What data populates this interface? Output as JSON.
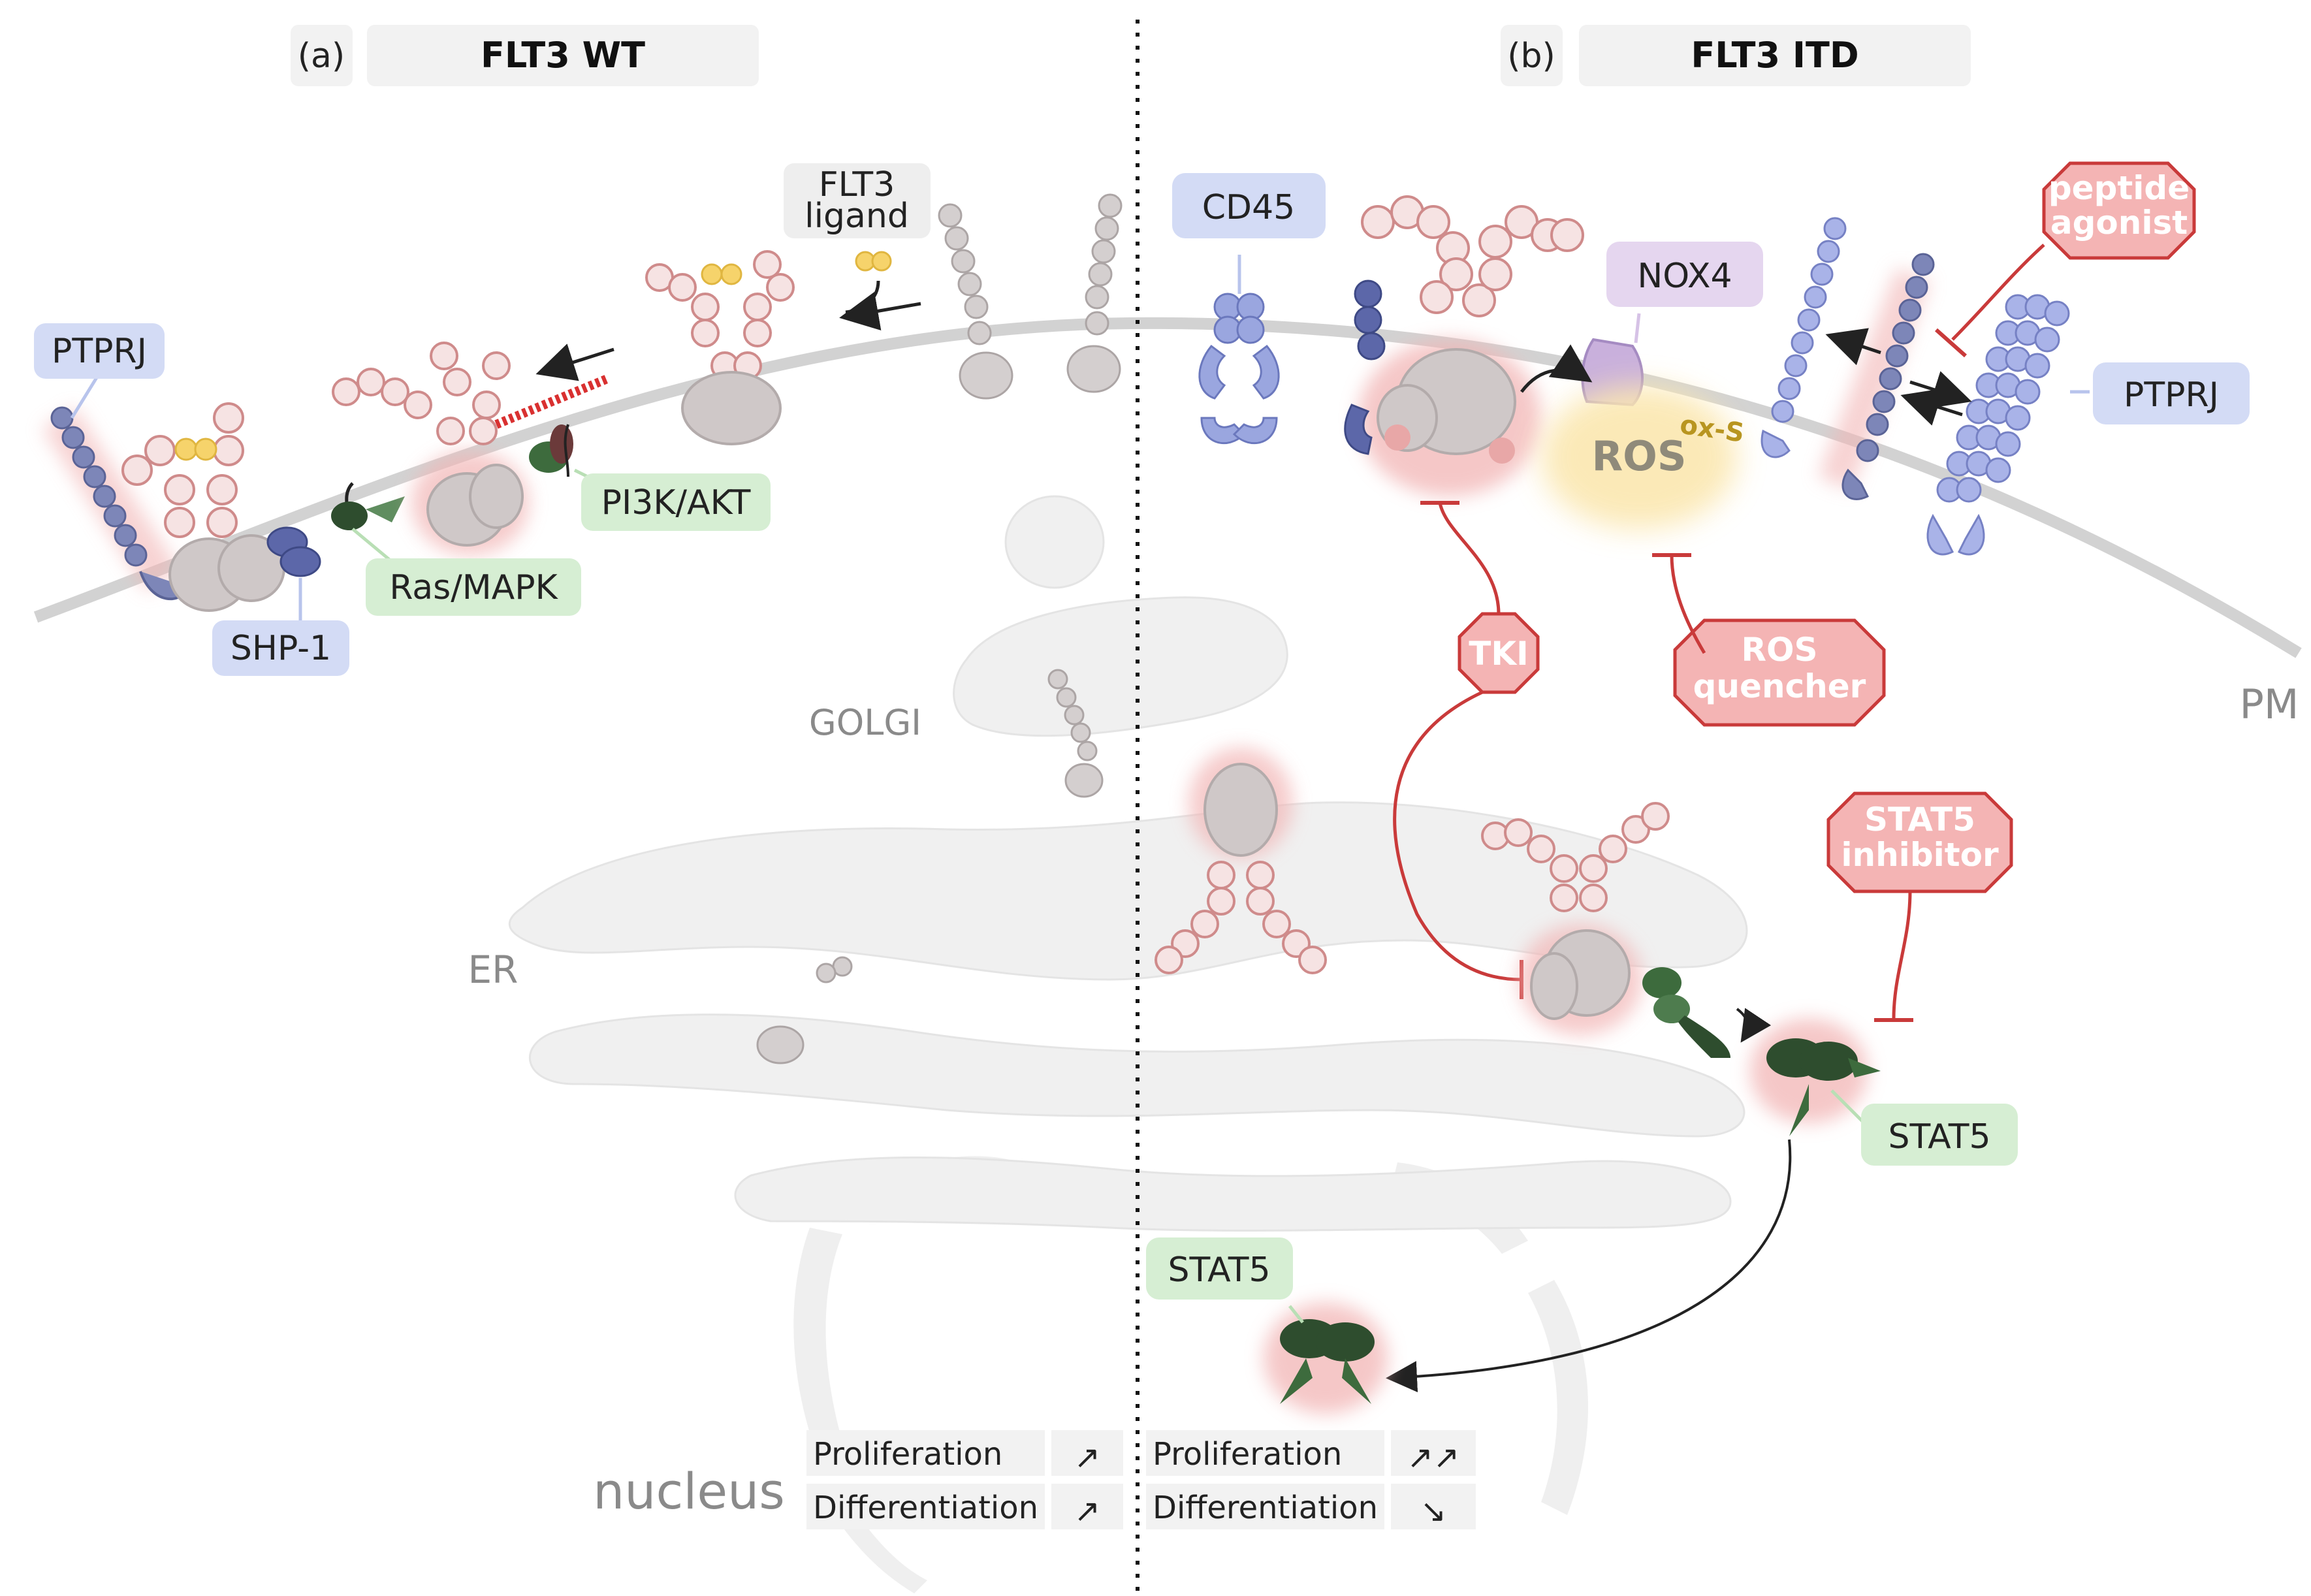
{
  "panels": {
    "a": {
      "letter": "(a)",
      "title": "FLT3 WT"
    },
    "b": {
      "letter": "(b)",
      "title": "FLT3 ITD"
    }
  },
  "labels": {
    "flt3_ligand_line1": "FLT3",
    "flt3_ligand_line2": "ligand",
    "ptprj_left": "PTPRJ",
    "shp1": "SHP-1",
    "ras_mapk": "Ras/MAPK",
    "pi3k_akt": "PI3K/AKT",
    "cd45": "CD45",
    "nox4": "NOX4",
    "ptprj_right": "PTPRJ",
    "ros": "ROS",
    "ox_s": "ox-S",
    "stat5_cyto": "STAT5",
    "stat5_nuc": "STAT5",
    "golgi": "GOLGI",
    "er": "ER",
    "pm": "PM",
    "nucleus": "nucleus"
  },
  "inhibitors": {
    "peptide_line1": "peptide",
    "peptide_line2": "agonist",
    "tki": "TKI",
    "ros_q_line1": "ROS",
    "ros_q_line2": "quencher",
    "stat5i_line1": "STAT5",
    "stat5i_line2": "inhibitor"
  },
  "outcomes": {
    "a": {
      "row1": "Proliferation",
      "row1_arrow": "↗",
      "row2": "Differentiation",
      "row2_arrow": "↗"
    },
    "b": {
      "row1": "Proliferation",
      "row1_arrow": "↗↗",
      "row2": "Differentiation",
      "row2_arrow": "↘"
    }
  },
  "colors": {
    "flt3_receptor": "#e8a7a7",
    "kinase_body": "#cfc8c8",
    "phosphatase_blue": "#8e9bd6",
    "signal_green": "#3d6b3d",
    "inhibitor_red": "#c93a3a",
    "label_blue_bg": "#d3dbf5",
    "label_green_bg": "#d6eed3",
    "label_purple_bg": "#e5d6ef",
    "membrane_grey": "#d6d6d6"
  }
}
